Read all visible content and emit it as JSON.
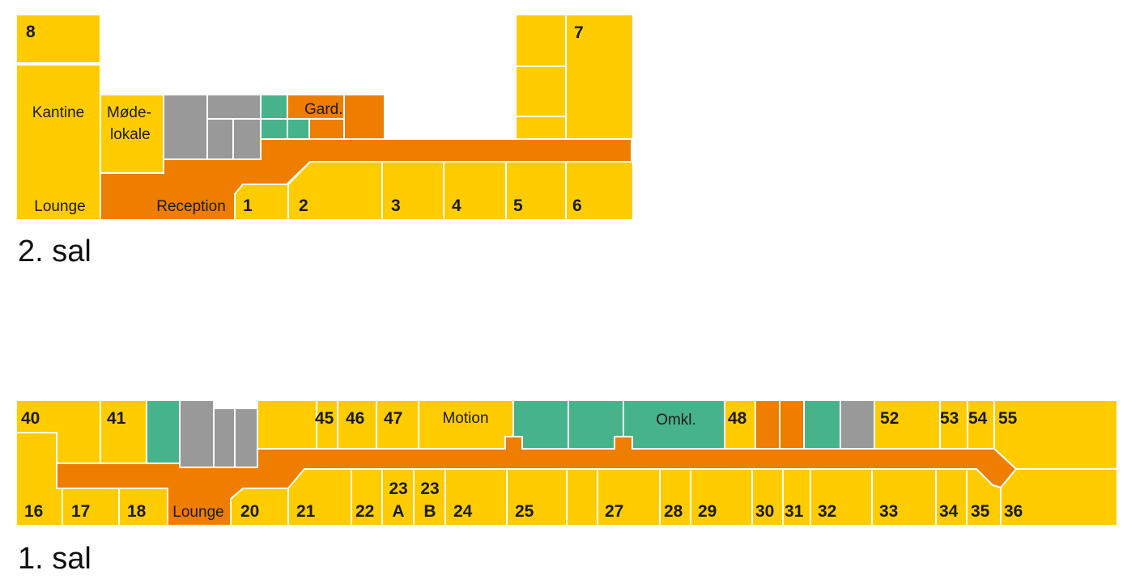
{
  "colors": {
    "office": "#ffcc00",
    "corridor": "#ee7d00",
    "storage": "#999999",
    "facility": "#47b38a"
  },
  "floor2": {
    "title": "2. sal",
    "labels": {
      "kantine": "Kantine",
      "lounge": "Lounge",
      "modelokale_1": "Møde-",
      "modelokale_2": "lokale",
      "reception": "Reception",
      "gard": "Gard.",
      "r1": "1",
      "r2": "2",
      "r3": "3",
      "r4": "4",
      "r5": "5",
      "r6": "6",
      "r7": "7",
      "r8": "8"
    }
  },
  "floor1": {
    "title": "1. sal",
    "labels": {
      "motion": "Motion",
      "omkl": "Omkl.",
      "lounge": "Lounge",
      "r16": "16",
      "r17": "17",
      "r18": "18",
      "r20": "20",
      "r21": "21",
      "r22": "22",
      "r23a_1": "23",
      "r23a_2": "A",
      "r23b_1": "23",
      "r23b_2": "B",
      "r24": "24",
      "r25": "25",
      "r27": "27",
      "r28": "28",
      "r29": "29",
      "r30": "30",
      "r31": "31",
      "r32": "32",
      "r33": "33",
      "r34": "34",
      "r35": "35",
      "r36": "36",
      "r40": "40",
      "r41": "41",
      "r45": "45",
      "r46": "46",
      "r47": "47",
      "r48": "48",
      "r52": "52",
      "r53": "53",
      "r54": "54",
      "r55": "55"
    }
  }
}
